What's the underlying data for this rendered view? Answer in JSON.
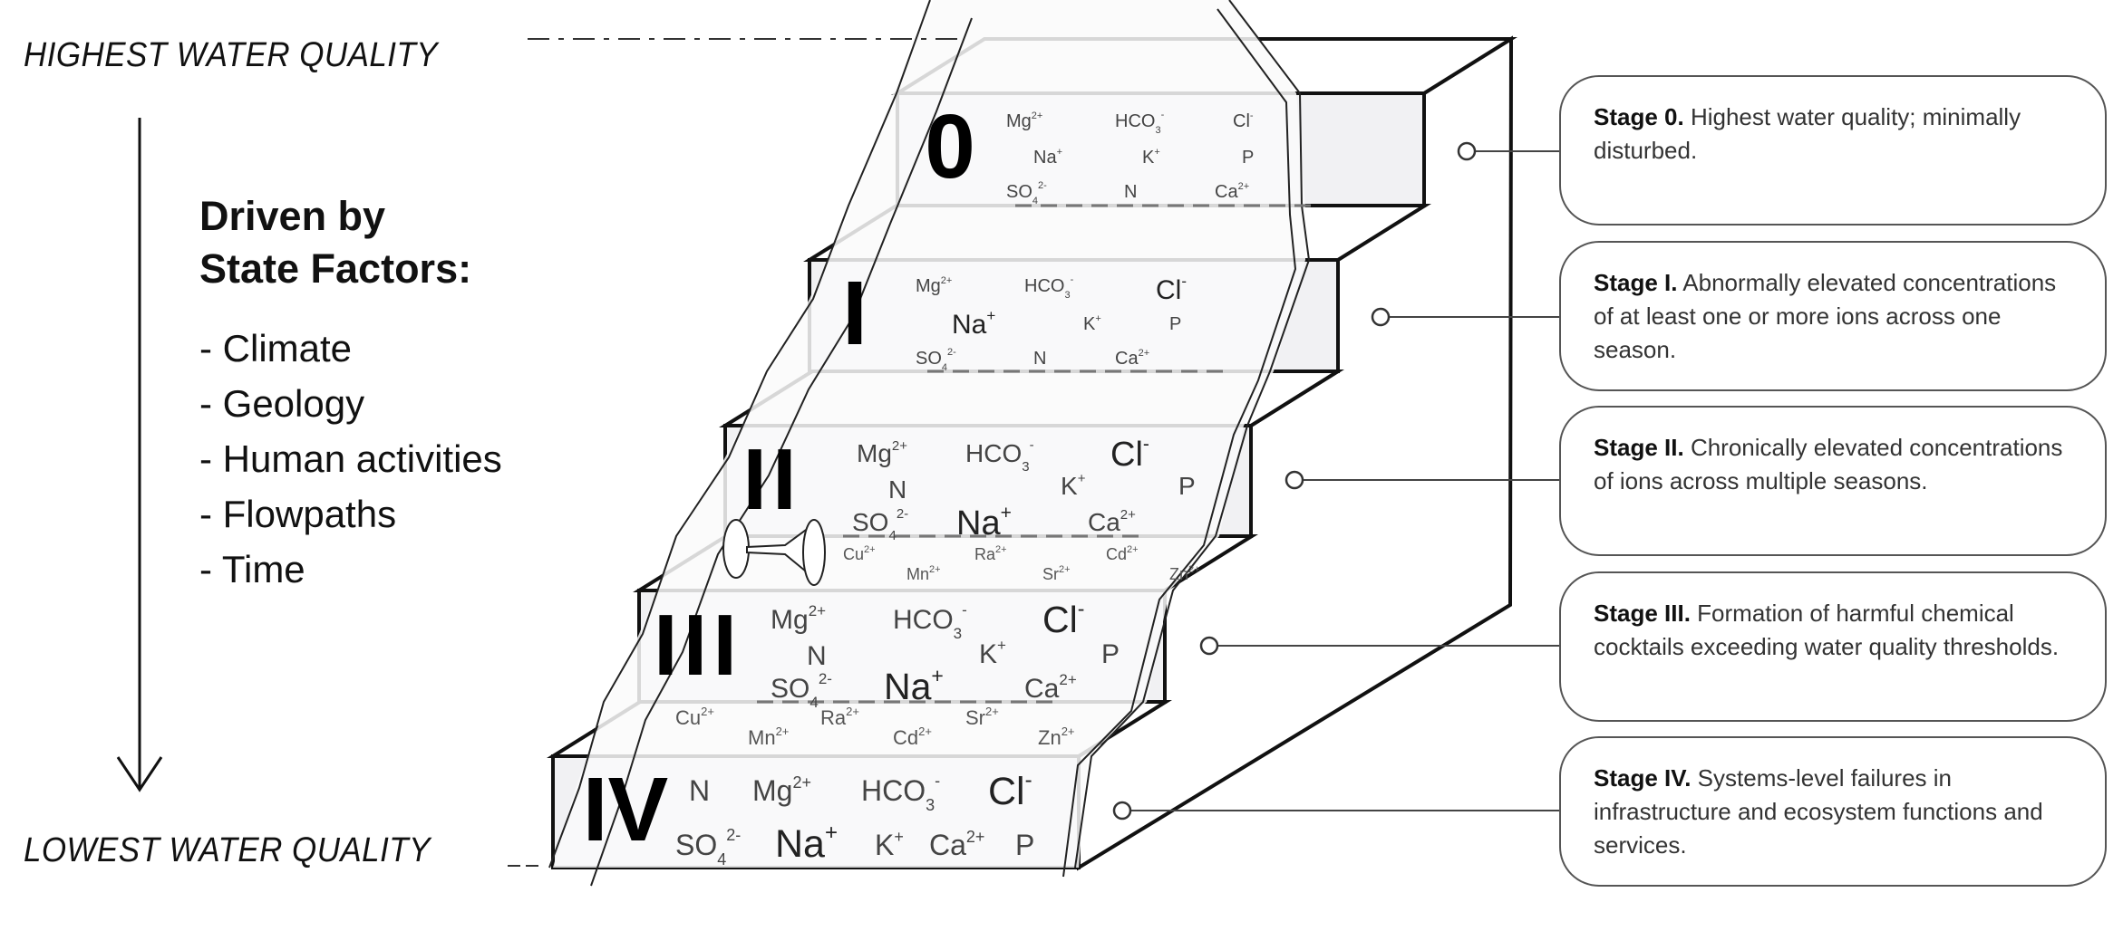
{
  "axis": {
    "highest_label": "HIGHEST WATER QUALITY",
    "lowest_label": "LOWEST WATER QUALITY"
  },
  "drivers": {
    "title_line1": "Driven by",
    "title_line2": "State Factors:",
    "items": [
      "- Climate",
      "- Geology",
      "- Human activities",
      "- Flowpaths",
      "- Time"
    ]
  },
  "steps": [
    {
      "numeral": "0",
      "ions": [
        {
          "base": "Mg",
          "sup": "2+",
          "size": "s"
        },
        {
          "base": "HCO",
          "sub": "3",
          "sup": "-",
          "size": "s"
        },
        {
          "base": "Cl",
          "sup": "-",
          "size": "s"
        },
        {
          "base": "Na",
          "sup": "+",
          "size": "s"
        },
        {
          "base": "K",
          "sup": "+",
          "size": "s"
        },
        {
          "base": "P",
          "size": "s"
        },
        {
          "base": "SO",
          "sub": "4",
          "sup": "2-",
          "size": "s"
        },
        {
          "base": "N",
          "size": "s"
        },
        {
          "base": "Ca",
          "sup": "2+",
          "size": "s"
        }
      ],
      "tread_ions": []
    },
    {
      "numeral": "I",
      "ions": [
        {
          "base": "Mg",
          "sup": "2+",
          "size": "s"
        },
        {
          "base": "HCO",
          "sub": "3",
          "sup": "-",
          "size": "s"
        },
        {
          "base": "Cl",
          "sup": "-",
          "size": "l"
        },
        {
          "base": "Na",
          "sup": "+",
          "size": "l"
        },
        {
          "base": "K",
          "sup": "+",
          "size": "s"
        },
        {
          "base": "P",
          "size": "s"
        },
        {
          "base": "SO",
          "sub": "4",
          "sup": "2-",
          "size": "s"
        },
        {
          "base": "N",
          "size": "s"
        },
        {
          "base": "Ca",
          "sup": "2+",
          "size": "s"
        }
      ],
      "tread_ions": []
    },
    {
      "numeral": "II",
      "ions": [
        {
          "base": "Mg",
          "sup": "2+",
          "size": "m"
        },
        {
          "base": "HCO",
          "sub": "3",
          "sup": "-",
          "size": "m"
        },
        {
          "base": "Cl",
          "sup": "-",
          "size": "l"
        },
        {
          "base": "N",
          "size": "m"
        },
        {
          "base": "K",
          "sup": "+",
          "size": "m"
        },
        {
          "base": "P",
          "size": "m"
        },
        {
          "base": "SO",
          "sub": "4",
          "sup": "2-",
          "size": "m"
        },
        {
          "base": "Na",
          "sup": "+",
          "size": "l"
        },
        {
          "base": "Ca",
          "sup": "2+",
          "size": "m"
        }
      ],
      "tread_ions": [
        {
          "base": "Cu",
          "sup": "2+"
        },
        {
          "base": "Mn",
          "sup": "2+"
        },
        {
          "base": "Ra",
          "sup": "2+"
        },
        {
          "base": "Sr",
          "sup": "2+"
        },
        {
          "base": "Cd",
          "sup": "2+"
        },
        {
          "base": "Zn",
          "sup": "2+"
        }
      ]
    },
    {
      "numeral": "III",
      "ions": [
        {
          "base": "Mg",
          "sup": "2+",
          "size": "m"
        },
        {
          "base": "HCO",
          "sub": "3",
          "sup": "-",
          "size": "m"
        },
        {
          "base": "Cl",
          "sup": "-",
          "size": "l"
        },
        {
          "base": "N",
          "size": "m"
        },
        {
          "base": "K",
          "sup": "+",
          "size": "m"
        },
        {
          "base": "P",
          "size": "m"
        },
        {
          "base": "SO",
          "sub": "4",
          "sup": "2-",
          "size": "m"
        },
        {
          "base": "Na",
          "sup": "+",
          "size": "l"
        },
        {
          "base": "Ca",
          "sup": "2+",
          "size": "m"
        }
      ],
      "tread_ions": [
        {
          "base": "Cu",
          "sup": "2+"
        },
        {
          "base": "Mn",
          "sup": "2+"
        },
        {
          "base": "Ra",
          "sup": "2+"
        },
        {
          "base": "Cd",
          "sup": "2+"
        },
        {
          "base": "Sr",
          "sup": "2+"
        },
        {
          "base": "Zn",
          "sup": "2+"
        }
      ]
    },
    {
      "numeral": "IV",
      "ions": [
        {
          "base": "N",
          "size": "m"
        },
        {
          "base": "Mg",
          "sup": "2+",
          "size": "m"
        },
        {
          "base": "HCO",
          "sub": "3",
          "sup": "-",
          "size": "m"
        },
        {
          "base": "Cl",
          "sup": "-",
          "size": "l"
        },
        {
          "base": "SO",
          "sub": "4",
          "sup": "2-",
          "size": "m"
        },
        {
          "base": "Na",
          "sup": "+",
          "size": "l"
        },
        {
          "base": "K",
          "sup": "+",
          "size": "m"
        },
        {
          "base": "Ca",
          "sup": "2+",
          "size": "m"
        },
        {
          "base": "P",
          "size": "m"
        }
      ],
      "tread_ions": []
    }
  ],
  "callouts": [
    {
      "title": "Stage 0.",
      "text": "Highest water quality; minimally disturbed."
    },
    {
      "title": "Stage I.",
      "text": "Abnormally elevated concentrations of at least one or more ions across one season."
    },
    {
      "title": "Stage II.",
      "text": "Chronically elevated concentrations of ions across multiple seasons."
    },
    {
      "title": "Stage III.",
      "text": "Formation of harmful chemical cocktails exceeding water quality thresholds."
    },
    {
      "title": "Stage IV.",
      "text": "Systems-level failures in infrastructure and ecosystem functions and services."
    }
  ],
  "colors": {
    "face": "#f1f1f3",
    "stream": "#fafafa",
    "stroke": "#111111",
    "ion_text": "#444444",
    "callout_border": "#555555"
  }
}
